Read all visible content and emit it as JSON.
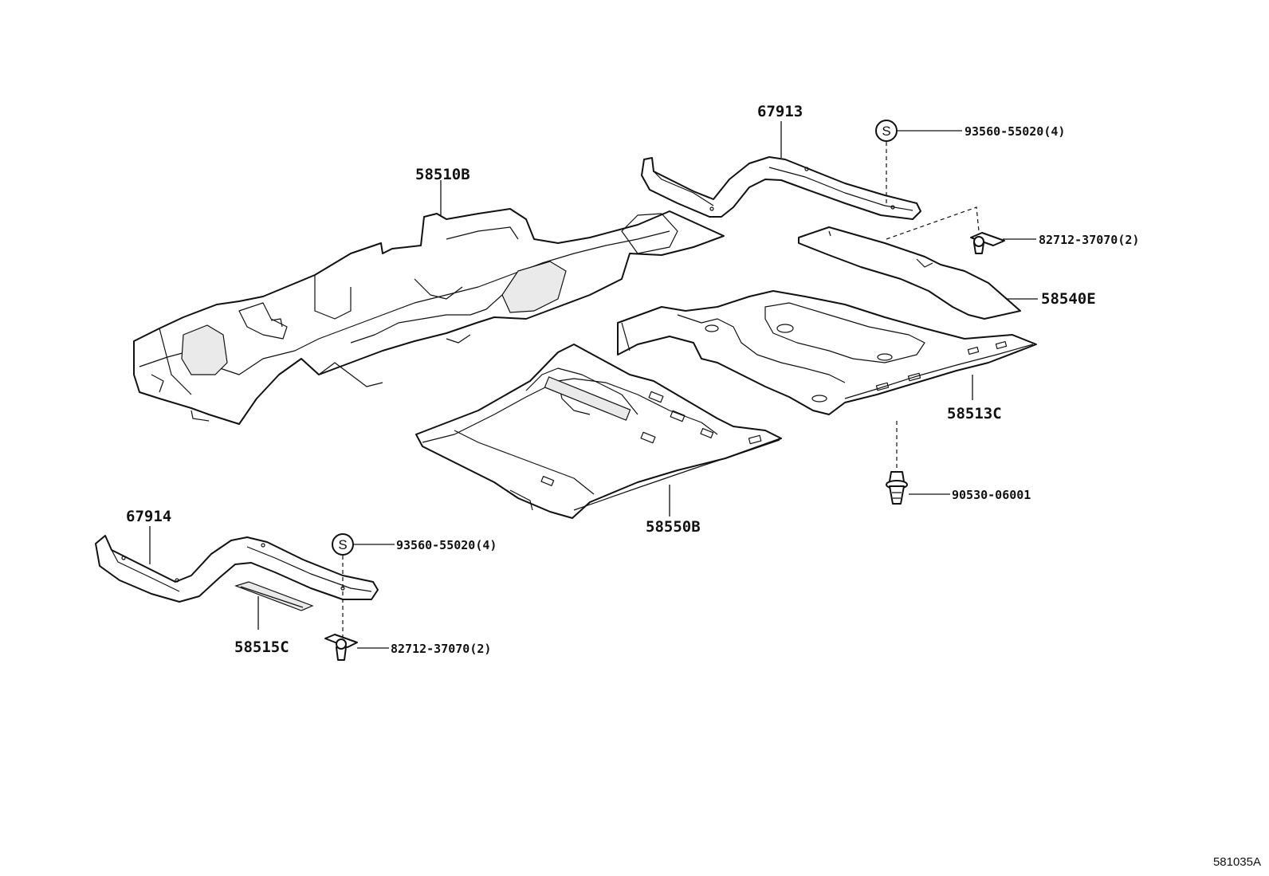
{
  "callouts": {
    "p67913": "67913",
    "p93560_top": "93560-55020(4)",
    "p58510B": "58510B",
    "p82712_top": "82712-37070(2)",
    "p58540E": "58540E",
    "p58513C": "58513C",
    "p90530": "90530-06001",
    "p58550B": "58550B",
    "p67914": "67914",
    "p93560_bottom": "93560-55020(4)",
    "p58515C": "58515C",
    "p82712_bottom": "82712-37070(2)"
  },
  "symbols": {
    "standard_part_mark": "S"
  },
  "footer": {
    "drawing_id": "581035A"
  }
}
